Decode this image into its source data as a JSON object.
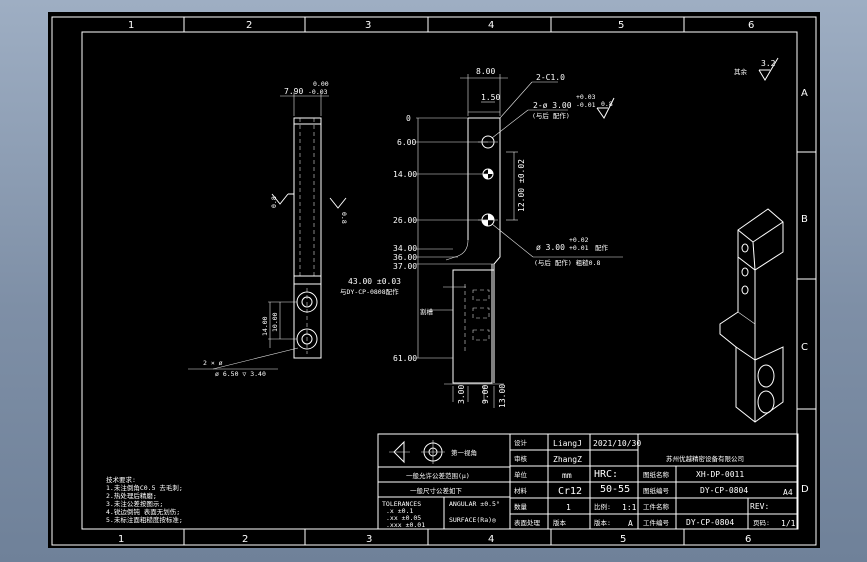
{
  "zones": {
    "cols": [
      "1",
      "2",
      "3",
      "4",
      "5",
      "6"
    ],
    "rows": [
      "A",
      "B",
      "C",
      "D"
    ]
  },
  "general_roughness": {
    "value": "3.2"
  },
  "front_view": {
    "width_dim": "7.90",
    "tol_upper": "0.00",
    "tol_lower": "-0.03",
    "roughness_left": "0.8",
    "roughness_right": "0.8",
    "hole_spacing": "10.00",
    "hole_overall": "14.00",
    "hole_note_count": "2 × ø",
    "hole_note": "ø 6.50 ▽ 3.40"
  },
  "side_view": {
    "top_width": "8.00",
    "chamfer": "2-C1.0",
    "offset": "1.50",
    "hole_callout": "2-ø 3.00",
    "hole_tol_upper": "+0.03",
    "hole_tol_lower": "-0.01",
    "hole_roughness": "0.8",
    "pitch": "12.00 ±0.02",
    "lower_hole": "ø 3.00",
    "lower_tol_upper": "+0.02",
    "lower_tol_lower": "+0.01",
    "slot_dim": "43.00 ±0.03",
    "ord_y": [
      "0",
      "6.00",
      "14.00",
      "26.00",
      "34.00",
      "36.00",
      "37.00",
      "61.00"
    ],
    "bottom_dims": [
      "3.00",
      "9.00",
      "13.00"
    ]
  },
  "title_block": {
    "design_value": "LiangJ",
    "date": "2021/10/30",
    "check_value": "ZhangZ",
    "unit": "mm",
    "hrc_label": "HRC:",
    "hrc_value": "50-55",
    "material": "Cr12",
    "quantity": "1",
    "scale": "1:1",
    "size": "A4",
    "rev_label": "REV:",
    "rev_value": "",
    "drawing_no_1": "XH-DP-0011",
    "drawing_no_2": "DY-CP-0804",
    "drawing_no_3": "DY-CP-0804",
    "sheet_no": "1/1",
    "version": "A",
    "tolerance_label": "TOLERANCES",
    "tol_x": ".x ±0.1",
    "tol_xx": ".xx ±0.05",
    "tol_xxx": ".xxx ±0.01",
    "angular": "ANGULAR ±0.5°",
    "surface": "SURFACE(Ra)◎"
  }
}
